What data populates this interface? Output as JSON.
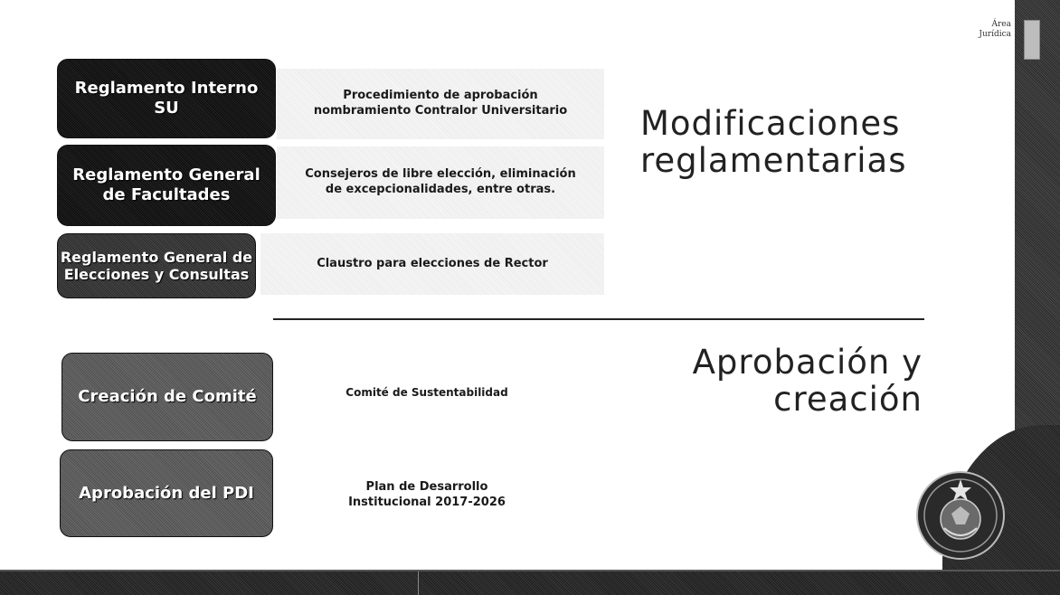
{
  "header": {
    "area_line1": "Área",
    "area_line2": "Jurídica"
  },
  "section_1": {
    "heading_line1": "Modificaciones",
    "heading_line2": "reglamentarias",
    "rows": [
      {
        "label_line1": "Reglamento Interno",
        "label_line2": "SU",
        "desc_line1": "Procedimiento de aprobación",
        "desc_line2": "nombramiento Contralor Universitario"
      },
      {
        "label_line1": "Reglamento General",
        "label_line2": "de Facultades",
        "desc_line1": "Consejeros de libre elección, eliminación",
        "desc_line2": "de excepcionalidades, entre otras."
      },
      {
        "label_line1": "Reglamento General de",
        "label_line2": "Elecciones y Consultas",
        "desc_line1": "Claustro para elecciones de Rector",
        "desc_line2": ""
      }
    ]
  },
  "section_2": {
    "heading_line1": "Aprobación y",
    "heading_line2": "creación",
    "rows": [
      {
        "label_line1": "Creación de Comité",
        "desc_line1": "Comité de Sustentabilidad",
        "desc_line2": ""
      },
      {
        "label_line1": "Aprobación del PDI",
        "desc_line1": "Plan de Desarrollo",
        "desc_line2": "Institucional 2017-2026"
      }
    ]
  },
  "colors": {
    "box_dark": "#111111",
    "box_mid": "#3a3a3a",
    "box_soft": "#5e5e5e",
    "band": "#2f2f2f"
  },
  "icons": {
    "seal": "institution-seal-icon"
  }
}
